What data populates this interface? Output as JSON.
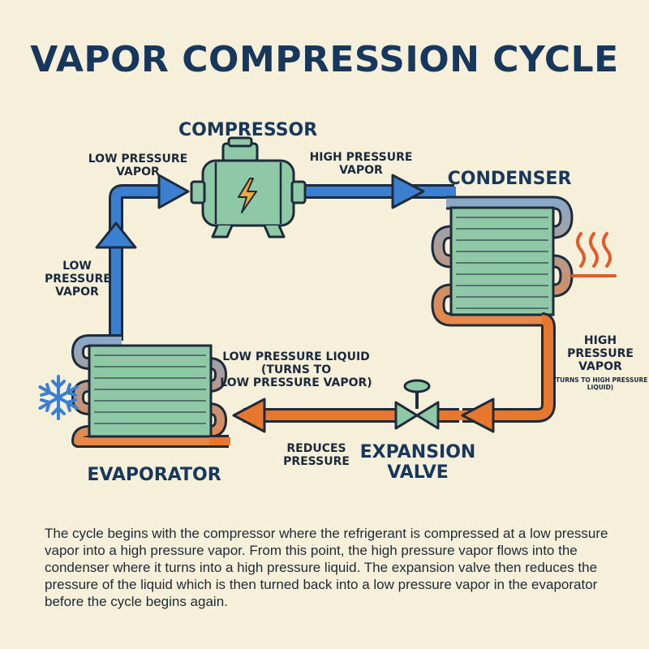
{
  "title": "VAPOR COMPRESSION CYCLE",
  "components": {
    "compressor": "COMPRESSOR",
    "condenser": "CONDENSER",
    "expansion_valve": "EXPANSION\nVALVE",
    "evaporator": "EVAPORATOR"
  },
  "labels": {
    "low_pressure_vapor_top": "LOW PRESSURE\nVAPOR",
    "high_pressure_vapor_top": "HIGH PRESSURE\nVAPOR",
    "low_pressure_vapor_left": "LOW\nPRESSURE\nVAPOR",
    "high_pressure_vapor_right": "HIGH\nPRESSURE\nVAPOR",
    "high_pressure_vapor_note": "(TURNS TO HIGH PRESSURE\nLIQUID)",
    "low_pressure_liquid": "LOW PRESSURE LIQUID\n(TURNS TO\nLOW PRESSURE VAPOR)",
    "reduces_pressure": "REDUCES\nPRESSURE"
  },
  "icons": {
    "compressor": "lightning-bolt-icon",
    "condenser_heat": "heat-waves-icon",
    "evaporator_cold": "snowflake-icon",
    "valve": "valve-icon"
  },
  "colors": {
    "cold_flow": "#3a7fd0",
    "hot_flow": "#e8772e",
    "title": "#17375c",
    "component_fill": "#8fc8a6"
  },
  "description": "The cycle begins with the compressor where the refrigerant is compressed at a low pressure vapor into a high pressure vapor. From this point, the high pressure vapor flows into the condenser where it turns into a high pressure liquid. The expansion valve then reduces the pressure of the liquid which is then turned back into a low pressure vapor in the evaporator before the cycle begins again."
}
